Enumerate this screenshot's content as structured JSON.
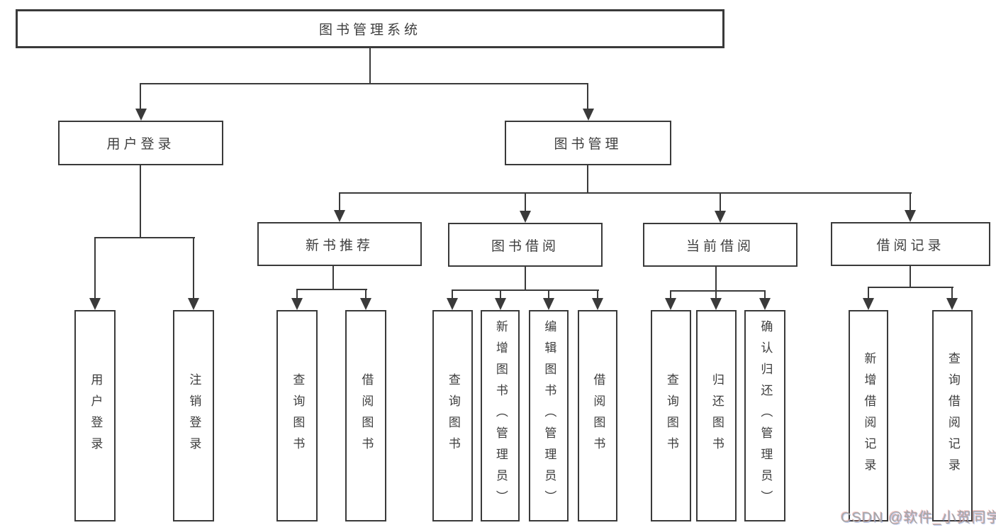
{
  "tree": {
    "label": "图书管理系统",
    "children": [
      {
        "label": "用户登录",
        "children": [
          {
            "label": "用户登录"
          },
          {
            "label": "注销登录"
          }
        ]
      },
      {
        "label": "图书管理",
        "children": [
          {
            "label": "新书推荐",
            "children": [
              {
                "label": "查询图书"
              },
              {
                "label": "借阅图书"
              }
            ]
          },
          {
            "label": "图书借阅",
            "children": [
              {
                "label": "查询图书"
              },
              {
                "label": "新增图书（管理员）"
              },
              {
                "label": "编辑图书（管理员）"
              },
              {
                "label": "借阅图书"
              }
            ]
          },
          {
            "label": "当前借阅",
            "children": [
              {
                "label": "查询图书"
              },
              {
                "label": "归还图书"
              },
              {
                "label": "确认归还（管理员）"
              }
            ]
          },
          {
            "label": "借阅记录",
            "children": [
              {
                "label": "新增借阅记录"
              },
              {
                "label": "查询借阅记录"
              }
            ]
          }
        ]
      }
    ]
  },
  "watermark": "CSDN @软件_小贺同学",
  "colors": {
    "line": "#3a3a3a",
    "border": "#3a3a3a",
    "text": "#3e3e3e",
    "watermark": "#a6a6a6",
    "background": "#ffffff"
  }
}
